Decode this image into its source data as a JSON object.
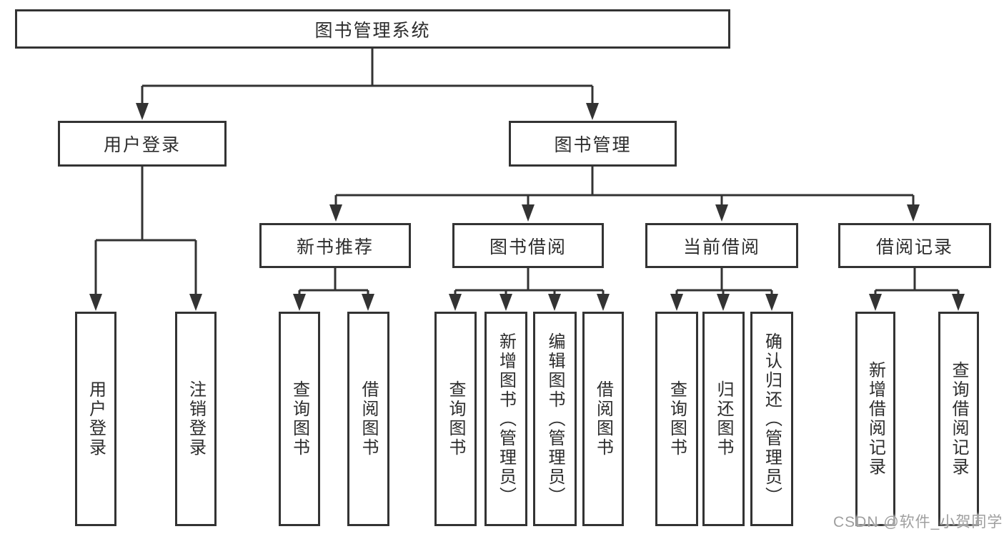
{
  "tree": {
    "root": "图书管理系统",
    "branches": [
      {
        "label": "用户登录",
        "children": [
          "用户登录",
          "注销登录"
        ]
      },
      {
        "label": "图书管理",
        "children": [
          {
            "label": "新书推荐",
            "children": [
              "查询图书",
              "借阅图书"
            ]
          },
          {
            "label": "图书借阅",
            "children": [
              "查询图书",
              "新增图书（管理员）",
              "编辑图书（管理员）",
              "借阅图书"
            ]
          },
          {
            "label": "当前借阅",
            "children": [
              "查询图书",
              "归还图书",
              "确认归还（管理员）"
            ]
          },
          {
            "label": "借阅记录",
            "children": [
              "新增借阅记录",
              "查询借阅记录"
            ]
          }
        ]
      }
    ]
  },
  "watermark": "CSDN @软件_小贺同学",
  "colors": {
    "line": "#333333",
    "box_border": "#333333",
    "text": "#2d2d2d",
    "watermark": "#9f9f9f",
    "background": "#ffffff"
  }
}
